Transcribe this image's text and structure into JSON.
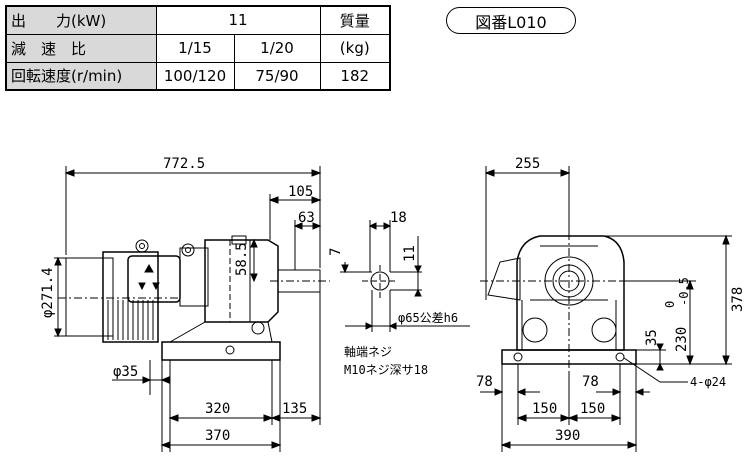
{
  "spec_table": {
    "row1": {
      "label": "出　　力(kW)",
      "value": "11",
      "mass_header": "質量"
    },
    "row2": {
      "label": "減　速　比",
      "ratio_a": "1/15",
      "ratio_b": "1/20",
      "mass_unit": "(kg)"
    },
    "row3": {
      "label": "回転速度(r/min)",
      "speed_a": "100/120",
      "speed_b": "75/90",
      "mass_value": "182"
    }
  },
  "figure_number": "図番L010",
  "drawing": {
    "dims_side": {
      "overall_length": "772.5",
      "d105": "105",
      "d63": "63",
      "motor_dia": "φ271.4",
      "d58": "58.5",
      "shaft_dia": "φ35",
      "d320": "320",
      "d135": "135",
      "d370": "370"
    },
    "dims_shaft": {
      "d18": "18",
      "d7": "7",
      "d11": "11",
      "shaft_tol": "φ65公差h6",
      "note_line1": "軸端ネジ",
      "note_line2": "M10ネジ深サ18"
    },
    "dims_front": {
      "d255": "255",
      "d378": "378",
      "d230": "230",
      "tol": "0",
      "tol2": "-0.5",
      "d35": "35",
      "d78_left": "78",
      "d78_right": "78",
      "d150_left": "150",
      "d150_right": "150",
      "d390": "390",
      "holes": "4-φ24"
    }
  }
}
